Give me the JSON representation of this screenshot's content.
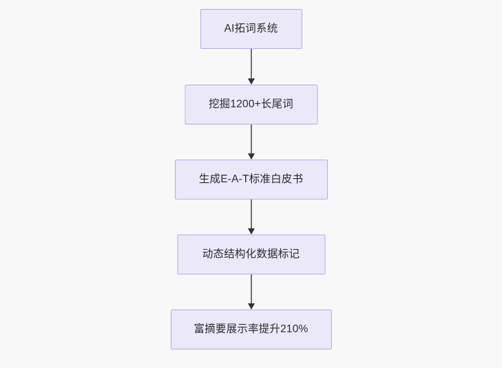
{
  "diagram": {
    "type": "flowchart",
    "orientation": "top-to-bottom",
    "background_color": "#f8f8f9",
    "node_fill_color": "#ebe8fa",
    "node_border_color": "#bda8e8",
    "node_text_color": "#2b2b2b",
    "connector_line_color": "#707070",
    "connector_arrow_color": "#333333",
    "nodes": [
      {
        "id": "n1",
        "label": "AI拓词系统"
      },
      {
        "id": "n2",
        "label": "挖掘1200+长尾词"
      },
      {
        "id": "n3",
        "label": "生成E-A-T标准白皮书"
      },
      {
        "id": "n4",
        "label": "动态结构化数据标记"
      },
      {
        "id": "n5",
        "label": "富摘要展示率提升210%"
      }
    ],
    "edges": [
      {
        "from": "n1",
        "to": "n2",
        "label": ""
      },
      {
        "from": "n2",
        "to": "n3",
        "label": ""
      },
      {
        "from": "n3",
        "to": "n4",
        "label": ""
      },
      {
        "from": "n4",
        "to": "n5",
        "label": ""
      }
    ]
  }
}
